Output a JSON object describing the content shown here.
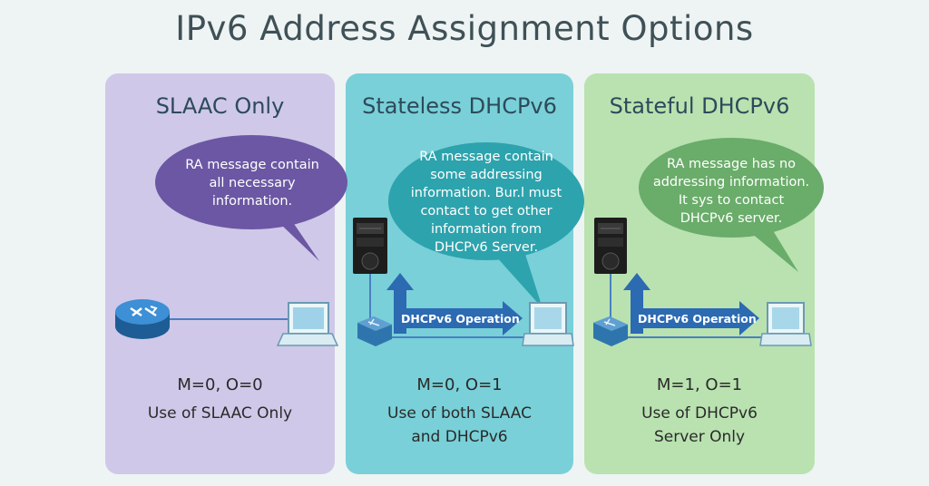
{
  "title": "IPv6 Address Assignment Options",
  "colors": {
    "slaac_panel": "#cfc8e8",
    "stateless_panel": "#79d0d8",
    "stateful_panel": "#b9e2b0",
    "slaac_bubble": "#6b57a3",
    "stateless_bubble": "#2da3ad",
    "stateful_bubble": "#6aac6a",
    "arrow": "#2c6ab2"
  },
  "panels": [
    {
      "heading": "SLAAC Only",
      "bubble": [
        "RA message contain",
        "all necessary",
        "information."
      ],
      "mode": "M=0, O=0",
      "desc": [
        "Use of SLAAC Only"
      ],
      "icons": [
        "router-icon",
        "laptop-icon"
      ]
    },
    {
      "heading": "Stateless DHCPv6",
      "bubble": [
        "RA message contain",
        "some addressing",
        "information. Bur.l must",
        "contact to get other",
        "information from",
        "DHCPv6 Server."
      ],
      "operation": "DHCPv6 Operation",
      "mode": "M=0, O=1",
      "desc": [
        "Use of both SLAAC",
        "and DHCPv6"
      ],
      "icons": [
        "server-icon",
        "switch-icon",
        "laptop-icon"
      ]
    },
    {
      "heading": "Stateful DHCPv6",
      "bubble": [
        "RA message has no",
        "addressing information.",
        "It sys to contact",
        "DHCPv6 server."
      ],
      "operation": "DHCPv6 Operation",
      "mode": "M=1, O=1",
      "desc": [
        "Use of DHCPv6",
        "Server Only"
      ],
      "icons": [
        "server-icon",
        "switch-icon",
        "laptop-icon"
      ]
    }
  ]
}
